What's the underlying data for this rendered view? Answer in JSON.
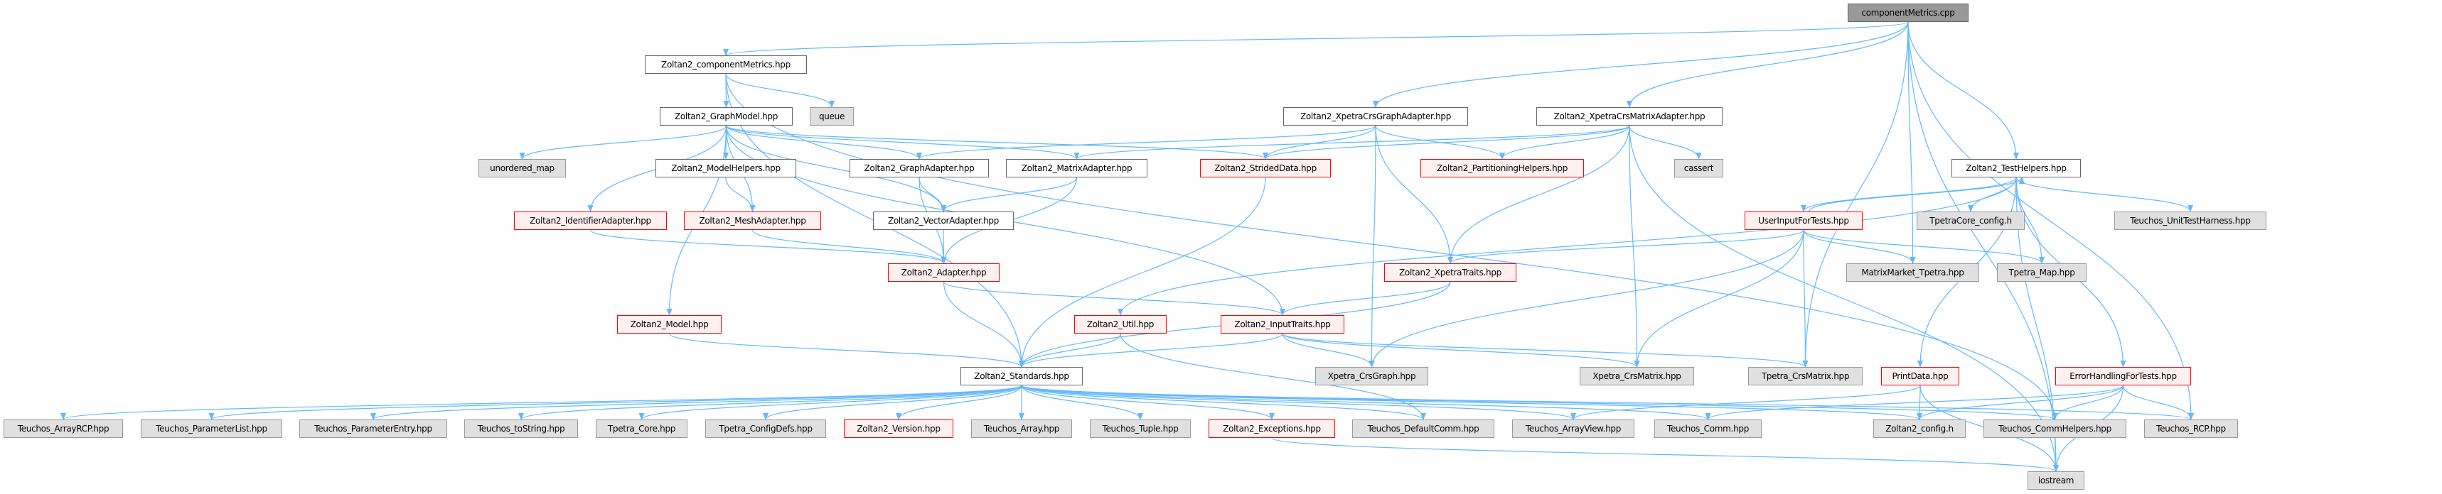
{
  "colors": {
    "edge": "#63b8ff",
    "red_border": "#ff0000",
    "root_fill": "#999999",
    "gray_fill": "#e0e0e0"
  },
  "nodes": [
    {
      "id": "cpp",
      "label": "componentMetrics.cpp",
      "kind": "root"
    },
    {
      "id": "cmh",
      "label": "Zoltan2_componentMetrics.hpp",
      "kind": "white"
    },
    {
      "id": "gm",
      "label": "Zoltan2_GraphModel.hpp",
      "kind": "white"
    },
    {
      "id": "queue",
      "label": "queue",
      "kind": "gray"
    },
    {
      "id": "xcga",
      "label": "Zoltan2_XpetraCrsGraphAdapter.hpp",
      "kind": "white"
    },
    {
      "id": "xcma",
      "label": "Zoltan2_XpetraCrsMatrixAdapter.hpp",
      "kind": "white"
    },
    {
      "id": "umap",
      "label": "unordered_map",
      "kind": "gray"
    },
    {
      "id": "mh",
      "label": "Zoltan2_ModelHelpers.hpp",
      "kind": "white"
    },
    {
      "id": "ga",
      "label": "Zoltan2_GraphAdapter.hpp",
      "kind": "white"
    },
    {
      "id": "ma",
      "label": "Zoltan2_MatrixAdapter.hpp",
      "kind": "white"
    },
    {
      "id": "sd",
      "label": "Zoltan2_StridedData.hpp",
      "kind": "red"
    },
    {
      "id": "ph",
      "label": "Zoltan2_PartitioningHelpers.hpp",
      "kind": "red"
    },
    {
      "id": "cassert",
      "label": "cassert",
      "kind": "gray"
    },
    {
      "id": "th",
      "label": "Zoltan2_TestHelpers.hpp",
      "kind": "white"
    },
    {
      "id": "ia",
      "label": "Zoltan2_IdentifierAdapter.hpp",
      "kind": "red"
    },
    {
      "id": "mesh",
      "label": "Zoltan2_MeshAdapter.hpp",
      "kind": "red"
    },
    {
      "id": "va",
      "label": "Zoltan2_VectorAdapter.hpp",
      "kind": "white"
    },
    {
      "id": "uift",
      "label": "UserInputForTests.hpp",
      "kind": "red"
    },
    {
      "id": "tcc",
      "label": "TpetraCore_config.h",
      "kind": "gray"
    },
    {
      "id": "uth",
      "label": "Teuchos_UnitTestHarness.hpp",
      "kind": "gray"
    },
    {
      "id": "ad",
      "label": "Zoltan2_Adapter.hpp",
      "kind": "red"
    },
    {
      "id": "xt",
      "label": "Zoltan2_XpetraTraits.hpp",
      "kind": "red"
    },
    {
      "id": "mmt",
      "label": "MatrixMarket_Tpetra.hpp",
      "kind": "gray"
    },
    {
      "id": "tmap",
      "label": "Tpetra_Map.hpp",
      "kind": "gray"
    },
    {
      "id": "model",
      "label": "Zoltan2_Model.hpp",
      "kind": "red"
    },
    {
      "id": "util",
      "label": "Zoltan2_Util.hpp",
      "kind": "red"
    },
    {
      "id": "it",
      "label": "Zoltan2_InputTraits.hpp",
      "kind": "red"
    },
    {
      "id": "std",
      "label": "Zoltan2_Standards.hpp",
      "kind": "white"
    },
    {
      "id": "xcg",
      "label": "Xpetra_CrsGraph.hpp",
      "kind": "gray"
    },
    {
      "id": "xcm",
      "label": "Xpetra_CrsMatrix.hpp",
      "kind": "gray"
    },
    {
      "id": "tcm",
      "label": "Tpetra_CrsMatrix.hpp",
      "kind": "gray"
    },
    {
      "id": "pd",
      "label": "PrintData.hpp",
      "kind": "red"
    },
    {
      "id": "eh",
      "label": "ErrorHandlingForTests.hpp",
      "kind": "red"
    },
    {
      "id": "arcp",
      "label": "Teuchos_ArrayRCP.hpp",
      "kind": "gray"
    },
    {
      "id": "pl",
      "label": "Teuchos_ParameterList.hpp",
      "kind": "gray"
    },
    {
      "id": "pe",
      "label": "Teuchos_ParameterEntry.hpp",
      "kind": "gray"
    },
    {
      "id": "tostr",
      "label": "Teuchos_toString.hpp",
      "kind": "gray"
    },
    {
      "id": "tcore",
      "label": "Tpetra_Core.hpp",
      "kind": "gray"
    },
    {
      "id": "tcd",
      "label": "Tpetra_ConfigDefs.hpp",
      "kind": "gray"
    },
    {
      "id": "ver",
      "label": "Zoltan2_Version.hpp",
      "kind": "red"
    },
    {
      "id": "tarr",
      "label": "Teuchos_Array.hpp",
      "kind": "gray"
    },
    {
      "id": "tup",
      "label": "Teuchos_Tuple.hpp",
      "kind": "gray"
    },
    {
      "id": "exc",
      "label": "Zoltan2_Exceptions.hpp",
      "kind": "red"
    },
    {
      "id": "dc",
      "label": "Teuchos_DefaultComm.hpp",
      "kind": "gray"
    },
    {
      "id": "av",
      "label": "Teuchos_ArrayView.hpp",
      "kind": "gray"
    },
    {
      "id": "comm",
      "label": "Teuchos_Comm.hpp",
      "kind": "gray"
    },
    {
      "id": "cfg",
      "label": "Zoltan2_config.h",
      "kind": "gray"
    },
    {
      "id": "ch",
      "label": "Teuchos_CommHelpers.hpp",
      "kind": "gray"
    },
    {
      "id": "rcp",
      "label": "Teuchos_RCP.hpp",
      "kind": "gray"
    },
    {
      "id": "ios",
      "label": "iostream",
      "kind": "gray"
    }
  ],
  "edges": [
    [
      "cpp",
      "cmh"
    ],
    [
      "cpp",
      "xcga"
    ],
    [
      "cpp",
      "xcma"
    ],
    [
      "cpp",
      "mmt"
    ],
    [
      "cpp",
      "th"
    ],
    [
      "cpp",
      "tcm"
    ],
    [
      "cpp",
      "rcp"
    ],
    [
      "cpp",
      "ios"
    ],
    [
      "cmh",
      "gm"
    ],
    [
      "cmh",
      "queue"
    ],
    [
      "cmh",
      "std"
    ],
    [
      "cmh",
      "ch"
    ],
    [
      "gm",
      "umap"
    ],
    [
      "gm",
      "mh"
    ],
    [
      "gm",
      "ia"
    ],
    [
      "gm",
      "mesh"
    ],
    [
      "gm",
      "model"
    ],
    [
      "gm",
      "ga"
    ],
    [
      "gm",
      "ma"
    ],
    [
      "gm",
      "va"
    ],
    [
      "gm",
      "sd"
    ],
    [
      "gm",
      "it"
    ],
    [
      "mh",
      "mesh"
    ],
    [
      "ia",
      "ad"
    ],
    [
      "mesh",
      "ad"
    ],
    [
      "ga",
      "va"
    ],
    [
      "ga",
      "ad"
    ],
    [
      "ma",
      "va"
    ],
    [
      "ma",
      "ad"
    ],
    [
      "va",
      "ad"
    ],
    [
      "ad",
      "std"
    ],
    [
      "ad",
      "it"
    ],
    [
      "sd",
      "std"
    ],
    [
      "model",
      "std"
    ],
    [
      "xcga",
      "ga"
    ],
    [
      "xcga",
      "sd"
    ],
    [
      "xcga",
      "ph"
    ],
    [
      "xcga",
      "xt"
    ],
    [
      "xcga",
      "xcg"
    ],
    [
      "xcma",
      "ma"
    ],
    [
      "xcma",
      "sd"
    ],
    [
      "xcma",
      "ph"
    ],
    [
      "xcma",
      "xt"
    ],
    [
      "xcma",
      "xcm"
    ],
    [
      "xcma",
      "cassert"
    ],
    [
      "xcma",
      "ios"
    ],
    [
      "xt",
      "it"
    ],
    [
      "xt",
      "std"
    ],
    [
      "util",
      "std"
    ],
    [
      "util",
      "dc"
    ],
    [
      "it",
      "std"
    ],
    [
      "it",
      "xcg"
    ],
    [
      "it",
      "xcm"
    ],
    [
      "it",
      "tcm"
    ],
    [
      "std",
      "arcp"
    ],
    [
      "std",
      "pl"
    ],
    [
      "std",
      "pe"
    ],
    [
      "std",
      "tostr"
    ],
    [
      "std",
      "tcore"
    ],
    [
      "std",
      "tcd"
    ],
    [
      "std",
      "ver"
    ],
    [
      "std",
      "tarr"
    ],
    [
      "std",
      "tup"
    ],
    [
      "std",
      "exc"
    ],
    [
      "std",
      "dc"
    ],
    [
      "std",
      "av"
    ],
    [
      "std",
      "comm"
    ],
    [
      "std",
      "cfg"
    ],
    [
      "std",
      "ch"
    ],
    [
      "std",
      "rcp"
    ],
    [
      "th",
      "uift"
    ],
    [
      "th",
      "tcc"
    ],
    [
      "th",
      "uth"
    ],
    [
      "th",
      "tmap"
    ],
    [
      "th",
      "pd"
    ],
    [
      "th",
      "eh"
    ],
    [
      "th",
      "ios"
    ],
    [
      "th",
      "util"
    ],
    [
      "uift",
      "th"
    ],
    [
      "uift",
      "xt"
    ],
    [
      "uift",
      "mmt"
    ],
    [
      "uift",
      "tmap"
    ],
    [
      "uift",
      "xcg"
    ],
    [
      "uift",
      "xcm"
    ],
    [
      "uift",
      "tcm"
    ],
    [
      "pd",
      "cfg"
    ],
    [
      "pd",
      "av"
    ],
    [
      "pd",
      "ios"
    ],
    [
      "eh",
      "comm"
    ],
    [
      "eh",
      "cfg"
    ],
    [
      "eh",
      "ch"
    ],
    [
      "eh",
      "rcp"
    ],
    [
      "eh",
      "ios"
    ],
    [
      "exc",
      "ios"
    ]
  ]
}
